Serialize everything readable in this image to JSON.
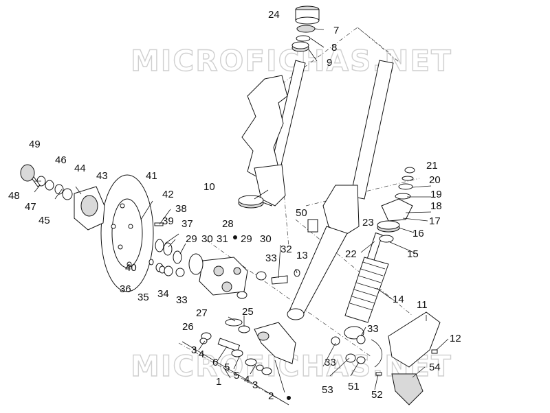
{
  "watermark": "MICROFICHAS.NET",
  "callouts": [
    "24",
    "7",
    "8",
    "9",
    "49",
    "46",
    "44",
    "43",
    "48",
    "47",
    "45",
    "41",
    "42",
    "39",
    "38",
    "37",
    "10",
    "50",
    "21",
    "20",
    "19",
    "18",
    "17",
    "16",
    "23",
    "15",
    "22",
    "28",
    "29",
    "30",
    "31",
    "29",
    "30",
    "32",
    "13",
    "33",
    "40",
    "36",
    "35",
    "34",
    "33",
    "14",
    "11",
    "27",
    "25",
    "26",
    "3",
    "4",
    "6",
    "5",
    "5",
    "4",
    "3",
    "1",
    "2",
    "33",
    "33",
    "12",
    "54",
    "53",
    "51",
    "52"
  ]
}
